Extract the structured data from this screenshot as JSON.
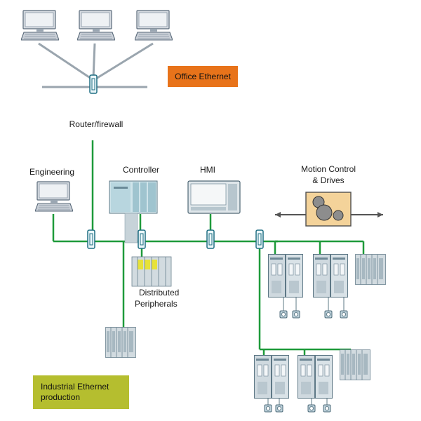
{
  "office_network": {
    "label": "Office Ethernet",
    "router_label": "Router/firewall",
    "color": "#e8731a"
  },
  "industrial_network": {
    "label_line1": "Industrial Ethernet",
    "label_line2": "production",
    "color": "#b5be2f",
    "cable_color": "#1e9a3a"
  },
  "nodes": {
    "engineering": "Engineering",
    "controller": "Controller",
    "hmi": "HMI",
    "motion_line1": "Motion Control",
    "motion_line2": "& Drives",
    "peripherals_line1": "Distributed",
    "peripherals_line2": "Peripherals"
  },
  "icons": {
    "office_pc": "desktop-computer-icon",
    "switch": "network-switch-icon",
    "drive": "servo-drive-icon",
    "motor": "servo-motor-icon",
    "io": "distributed-io-module-icon"
  }
}
